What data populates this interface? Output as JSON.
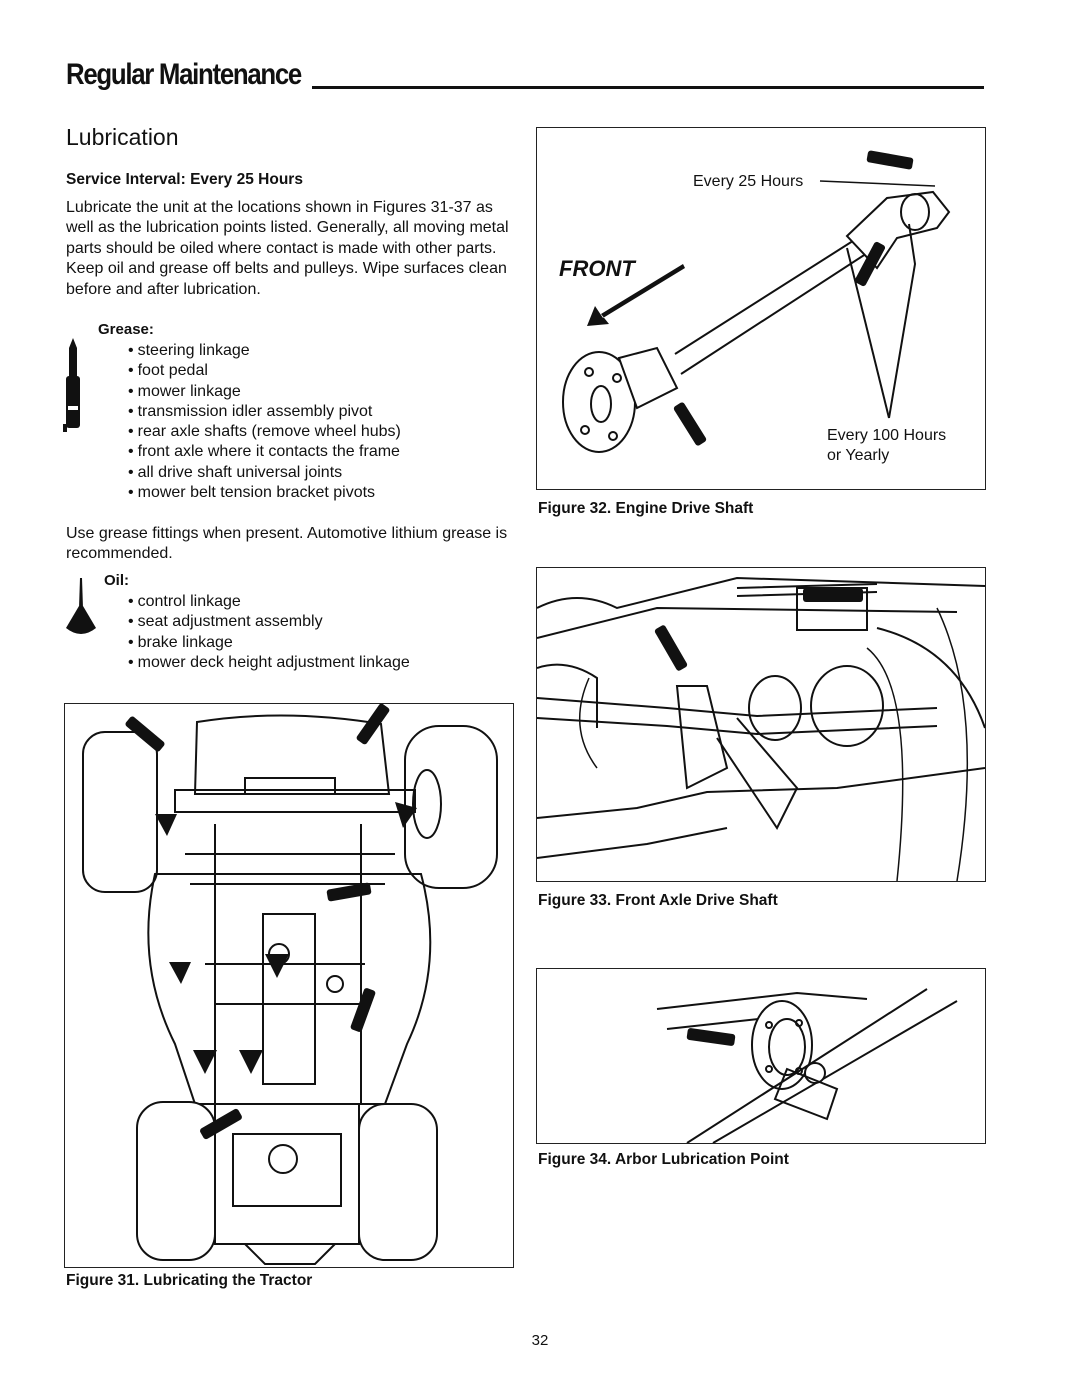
{
  "header": {
    "section_title": "Regular Maintenance"
  },
  "lubrication": {
    "title": "Lubrication",
    "interval": "Service Interval: Every 25 Hours",
    "intro": "Lubricate the unit at the locations shown in Figures 31-37 as well as the lubrication points listed. Generally, all moving metal parts should be oiled where contact is made with other parts. Keep oil and grease off belts and pulleys. Wipe surfaces clean before and after lubrication.",
    "grease_label": "Grease:",
    "grease_items": [
      "steering linkage",
      "foot pedal",
      "mower linkage",
      "transmission idler assembly pivot",
      "rear axle shafts (remove wheel hubs)",
      "front axle where it contacts the frame",
      "all drive shaft universal joints",
      "mower belt tension bracket pivots"
    ],
    "grease_note": "Use grease fittings when present. Automotive lithium grease is recommended.",
    "oil_label": "Oil:",
    "oil_items": [
      "control linkage",
      "seat adjustment assembly",
      "brake linkage",
      "mower deck height adjustment linkage"
    ]
  },
  "figures": {
    "fig31": {
      "caption": "Figure 31. Lubricating the Tractor"
    },
    "fig32": {
      "caption": "Figure 32. Engine Drive Shaft",
      "label_every25": "Every 25 Hours",
      "label_front": "FRONT",
      "label_every100_line1": "Every 100 Hours",
      "label_every100_line2": "or Yearly"
    },
    "fig33": {
      "caption": "Figure 33. Front Axle Drive Shaft"
    },
    "fig34": {
      "caption": "Figure 34. Arbor Lubrication Point"
    }
  },
  "footer": {
    "page_number": "32"
  },
  "icons": {
    "grease_gun": "grease-gun-icon",
    "oil_can": "oil-can-icon",
    "front_arrow": "front-arrow-icon"
  }
}
